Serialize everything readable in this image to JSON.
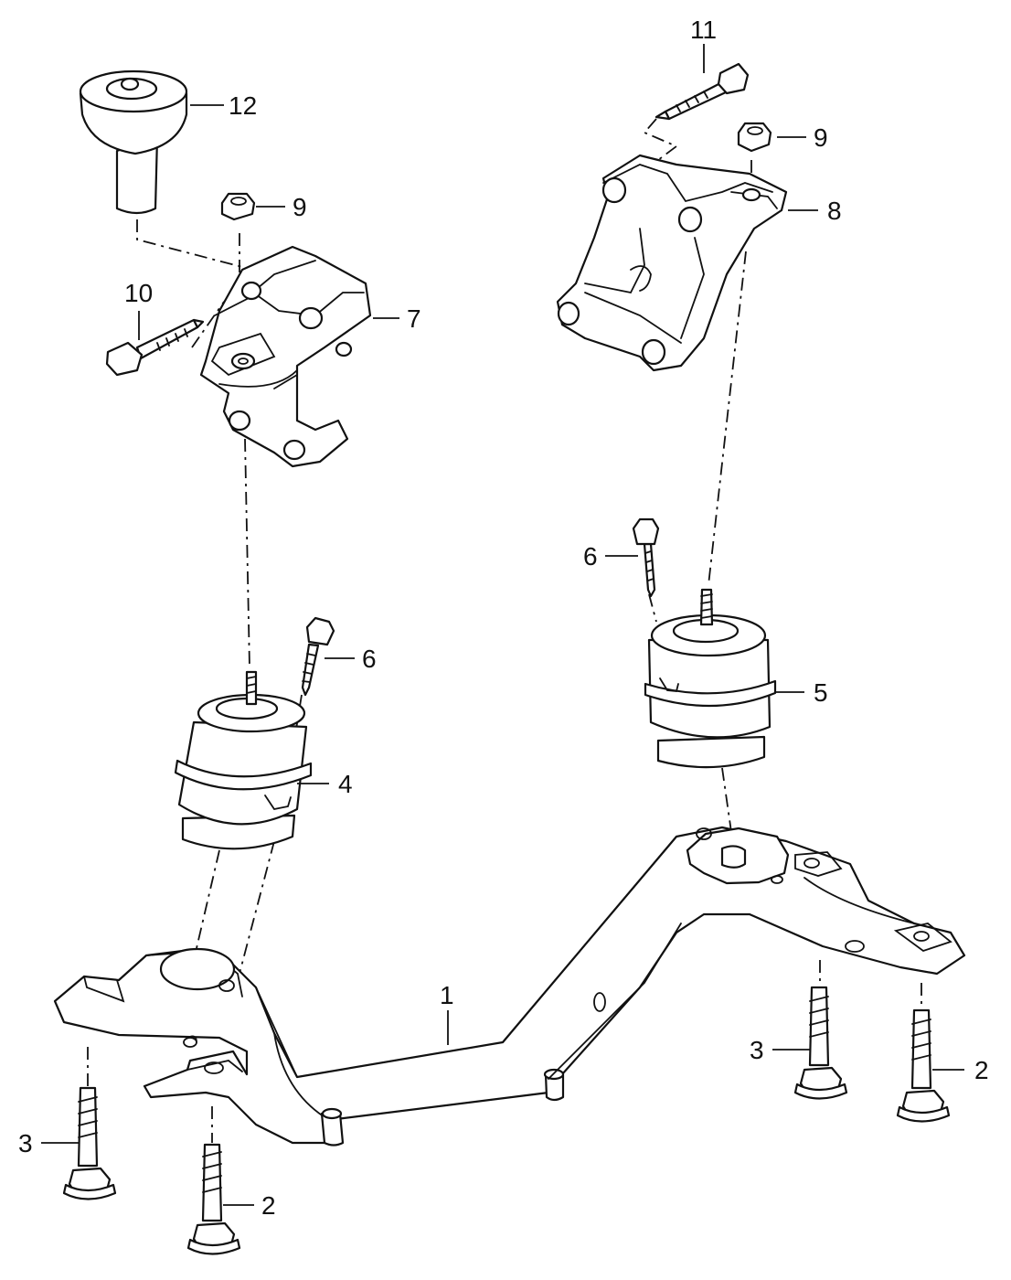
{
  "callouts": {
    "c1": "1",
    "c2a": "2",
    "c2b": "2",
    "c3a": "3",
    "c3b": "3",
    "c4": "4",
    "c5": "5",
    "c6a": "6",
    "c6b": "6",
    "c7": "7",
    "c8": "8",
    "c9a": "9",
    "c9b": "9",
    "c10": "10",
    "c11": "11",
    "c12": "12"
  },
  "icons": [
    "subframe",
    "engine-mount",
    "mount-bracket",
    "bolt",
    "nut",
    "buffer-stop"
  ]
}
